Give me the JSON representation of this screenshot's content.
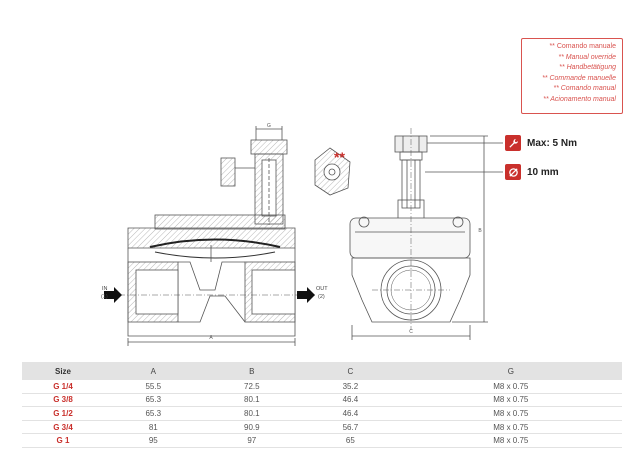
{
  "legend": {
    "items": [
      "** Comando manuale",
      "** Manual override",
      "** Handbetätigung",
      "** Commande manuelle",
      "** Comando manual",
      "** Acionamento manual"
    ]
  },
  "specs": {
    "torque": "Max: 5 Nm",
    "diameter": "10 mm"
  },
  "drawing": {
    "dim_g": "G",
    "dim_a": "A",
    "dim_c": "C",
    "dim_b": "B",
    "inlet": "IN",
    "inlet_port": "(1)",
    "outlet": "OUT",
    "outlet_port": "(2)",
    "override_mark": "**"
  },
  "table": {
    "headers": [
      "Size",
      "A",
      "B",
      "C",
      "G"
    ],
    "rows": [
      [
        "G 1/4",
        "55.5",
        "72.5",
        "35.2",
        "M8 x 0.75"
      ],
      [
        "G 3/8",
        "65.3",
        "80.1",
        "46.4",
        "M8 x 0.75"
      ],
      [
        "G 1/2",
        "65.3",
        "80.1",
        "46.4",
        "M8 x 0.75"
      ],
      [
        "G 3/4",
        "81",
        "90.9",
        "56.7",
        "M8 x 0.75"
      ],
      [
        "G 1",
        "95",
        "97",
        "65",
        "M8 x 0.75"
      ]
    ]
  },
  "colors": {
    "accent": "#c9302c",
    "line": "#555555",
    "header_bg": "#e3e3e3"
  }
}
